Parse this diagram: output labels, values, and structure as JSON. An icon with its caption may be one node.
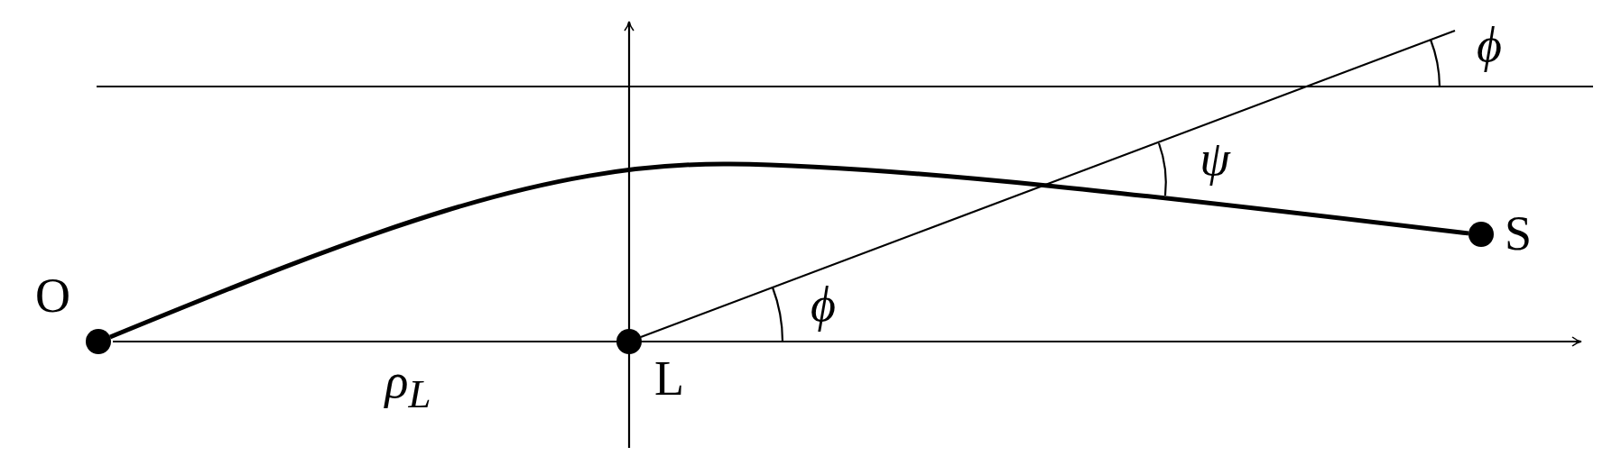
{
  "diagram": {
    "nodes": [
      {
        "text": [
          "O"
        ]
      },
      {
        "text": [
          "L"
        ]
      },
      {
        "text": [
          "S"
        ]
      }
    ],
    "edges": [
      {
        "from": 0,
        "to": 2,
        "arrow": "none",
        "style": "thick"
      },
      {
        "from": 1,
        "to": null,
        "arrow": "none"
      }
    ],
    "labels": [
      "ϕ",
      "ψ",
      "ϕ",
      "ρ$_{L}$"
    ]
  }
}
